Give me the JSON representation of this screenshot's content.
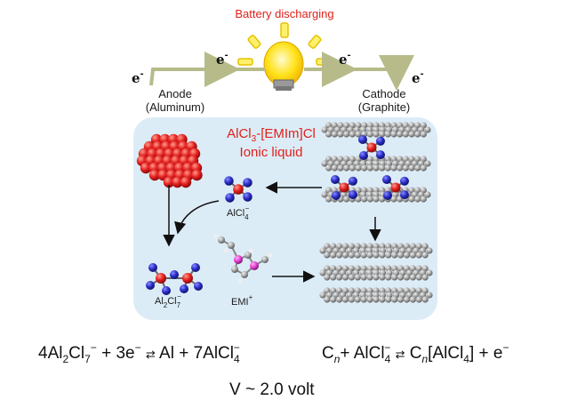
{
  "title": "Battery discharging",
  "electron_labels": [
    "e",
    "e",
    "e",
    "e"
  ],
  "electron_superscript": "-",
  "anode": {
    "line1": "Anode",
    "line2": "(Aluminum)"
  },
  "cathode": {
    "line1": "Cathode",
    "line2": "(Graphite)"
  },
  "electrolyte": {
    "line1": "AlCl3-[EMIm]Cl",
    "line2": "Ionic liquid"
  },
  "species": {
    "alcl4": "AlCl4",
    "alcl4_charge": "−",
    "al2cl7": "Al2Cl7",
    "al2cl7_charge": "−",
    "emi": "EMI",
    "emi_charge": "+"
  },
  "equations": {
    "anode_reaction": "4Al2Cl7− + 3e− ⇄ Al + 7AlCl4−",
    "cathode_reaction": "Cn+ AlCl4− ⇄ Cn[AlCl4] + e−",
    "voltage": "V ~ 2.0 volt"
  },
  "colors": {
    "title": "#e0201a",
    "electrolyte_text": "#e0201a",
    "panel": "#dcecf7",
    "aluminum": "#e32020",
    "chlorine": "#2b2fc9",
    "al_atom": "#e22020",
    "graphite": "#9a9a9a",
    "wire": "#b7bb8a",
    "bulb": "#ffe21a",
    "emi_n": "#e23ad0"
  },
  "icons": [
    "lightbulb-icon",
    "arrow-icon"
  ]
}
